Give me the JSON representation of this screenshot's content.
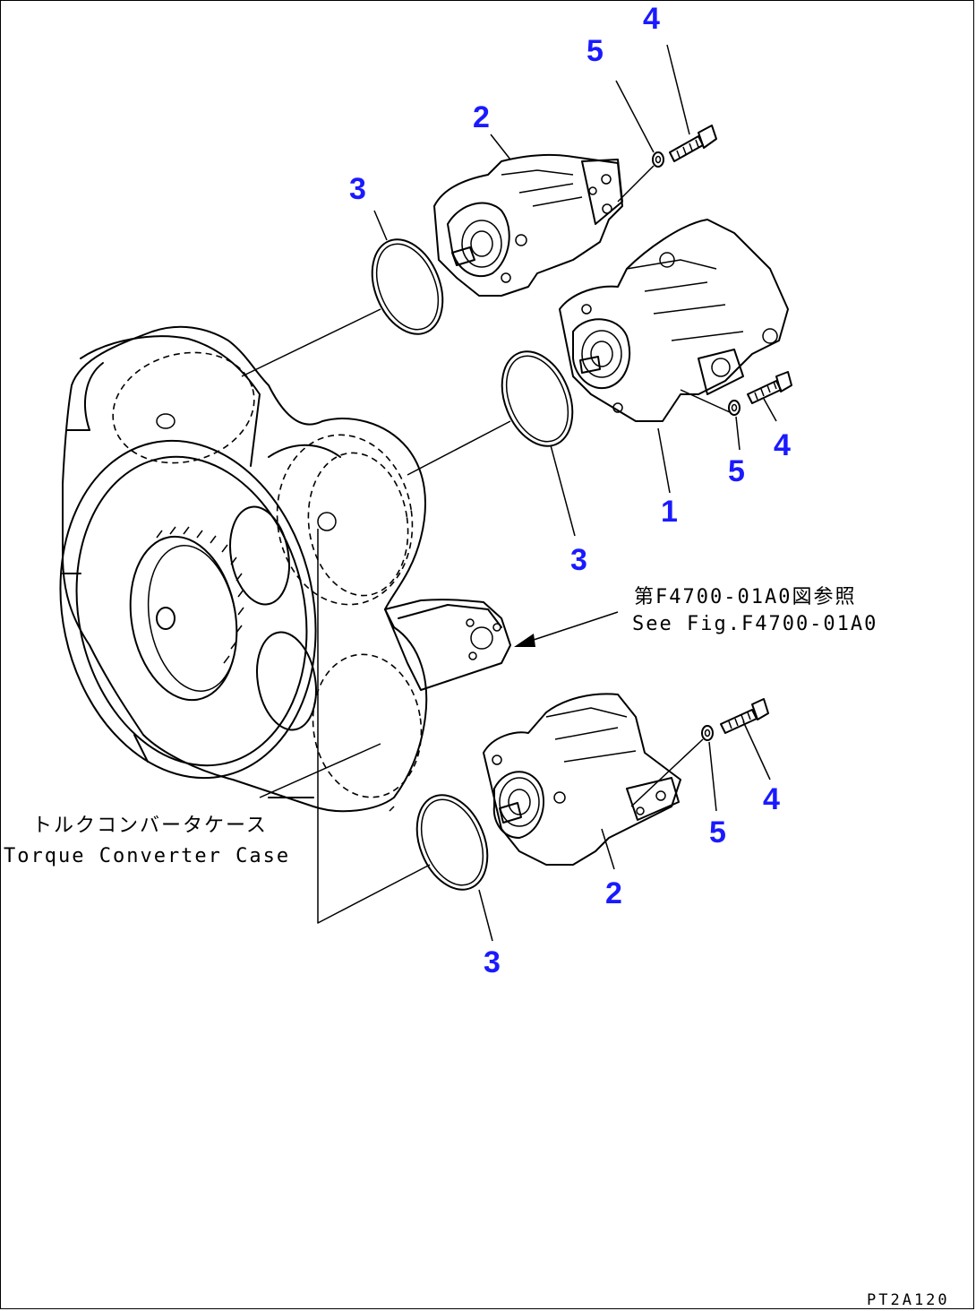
{
  "callouts": {
    "top_bolt_4": "4",
    "top_washer_5": "5",
    "top_pump_2": "2",
    "top_oring_3": "3",
    "mid_bolt_4": "4",
    "mid_washer_5": "5",
    "mid_pump_1": "1",
    "mid_oring_3": "3",
    "low_bolt_4": "4",
    "low_washer_5": "5",
    "low_pump_2": "2",
    "low_oring_3": "3"
  },
  "notes": {
    "reference_jp": "第F4700-01A0図参照",
    "reference_en": "See Fig.F4700-01A0",
    "case_jp": "トルクコンバータケース",
    "case_en": "Torque Converter Case"
  },
  "drawing_code": "PT2A120",
  "colors": {
    "callout": "#1a1aff",
    "line": "#000000",
    "background": "#ffffff"
  }
}
